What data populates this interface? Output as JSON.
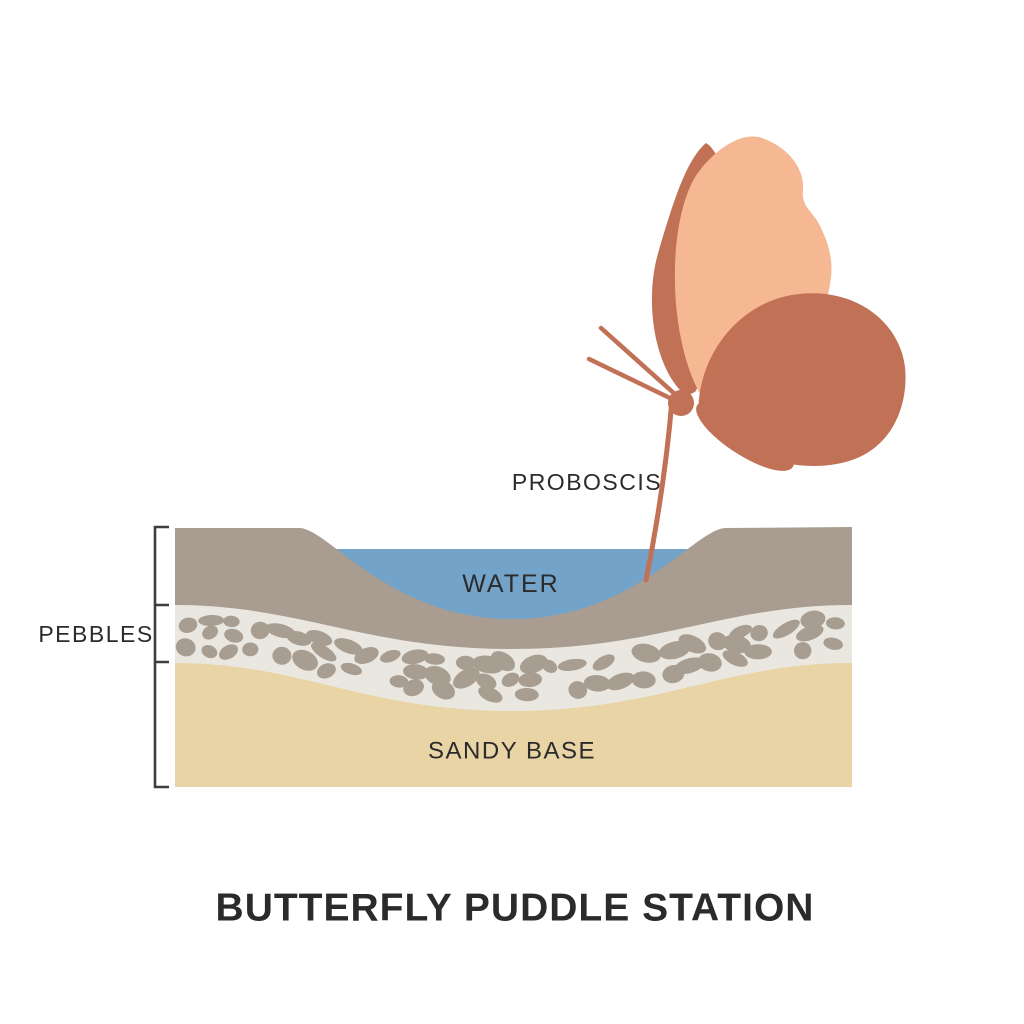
{
  "title": {
    "text": "BUTTERFLY PUDDLE STATION"
  },
  "labels": {
    "proboscis": "PROBOSCIS",
    "water": "WATER",
    "pebbles": "PEBBLES",
    "sandy_base": "SANDY BASE"
  },
  "colors": {
    "background": "#ffffff",
    "ground": "#a89d90",
    "pebble_band": "#eae7e1",
    "pebble": "#a89d91",
    "sand": "#e8d4a4",
    "water": "#74a3c9",
    "wing_dark": "#c17155",
    "wing_light": "#f6b893",
    "body": "#c17155",
    "text": "#2b2b2b",
    "bracket": "#3f3e3d"
  }
}
